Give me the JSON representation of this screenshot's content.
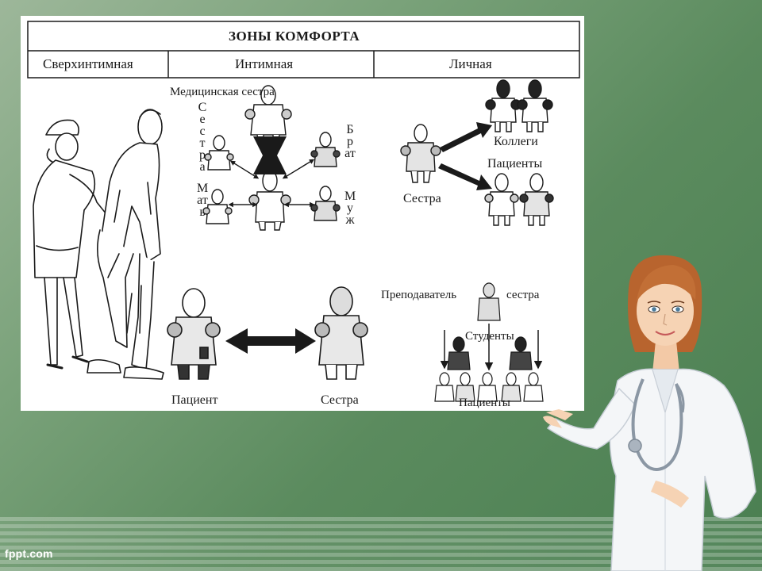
{
  "header": {
    "title": "ЗОНЫ КОМФОРТА",
    "columns": [
      "Сверхинтимная",
      "Интимная",
      "Личная"
    ]
  },
  "intimate": {
    "top_label": "Медицинская сестра",
    "left_top": "Сестра",
    "left_bottom": "Мать",
    "right_top": "Брат",
    "right_bottom": "Муж"
  },
  "personal": {
    "colleagues": "Коллеги",
    "patients": "Пациенты",
    "nurse": "Сестра"
  },
  "bottom_left": {
    "patient": "Пациент",
    "nurse": "Сестра"
  },
  "bottom_right": {
    "teacher": "Преподаватель",
    "nurse": "сестра",
    "students": "Студенты",
    "patients": "Пациенты"
  },
  "footer": {
    "brand": "fppt.com"
  },
  "colors": {
    "background": "#5b8b5e",
    "slide": "#ffffff",
    "ink": "#1a1a1a"
  }
}
